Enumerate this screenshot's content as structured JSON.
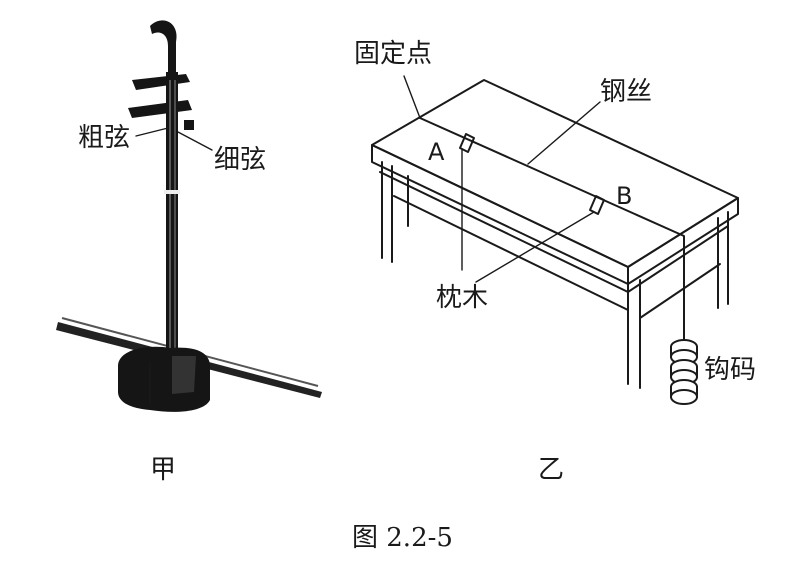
{
  "figure": {
    "caption": "图 2.2-5",
    "left": {
      "panel_label": "甲",
      "thick_string_label": "粗弦",
      "thin_string_label": "细弦"
    },
    "right": {
      "panel_label": "乙",
      "fixed_point_label": "固定点",
      "steel_wire_label": "钢丝",
      "point_a_label": "A",
      "point_b_label": "B",
      "bridge_label": "枕木",
      "hook_weight_label": "钩码"
    }
  },
  "colors": {
    "ink": "#1a1a1a",
    "erhu_body": "#151515",
    "paper": "#ffffff"
  }
}
